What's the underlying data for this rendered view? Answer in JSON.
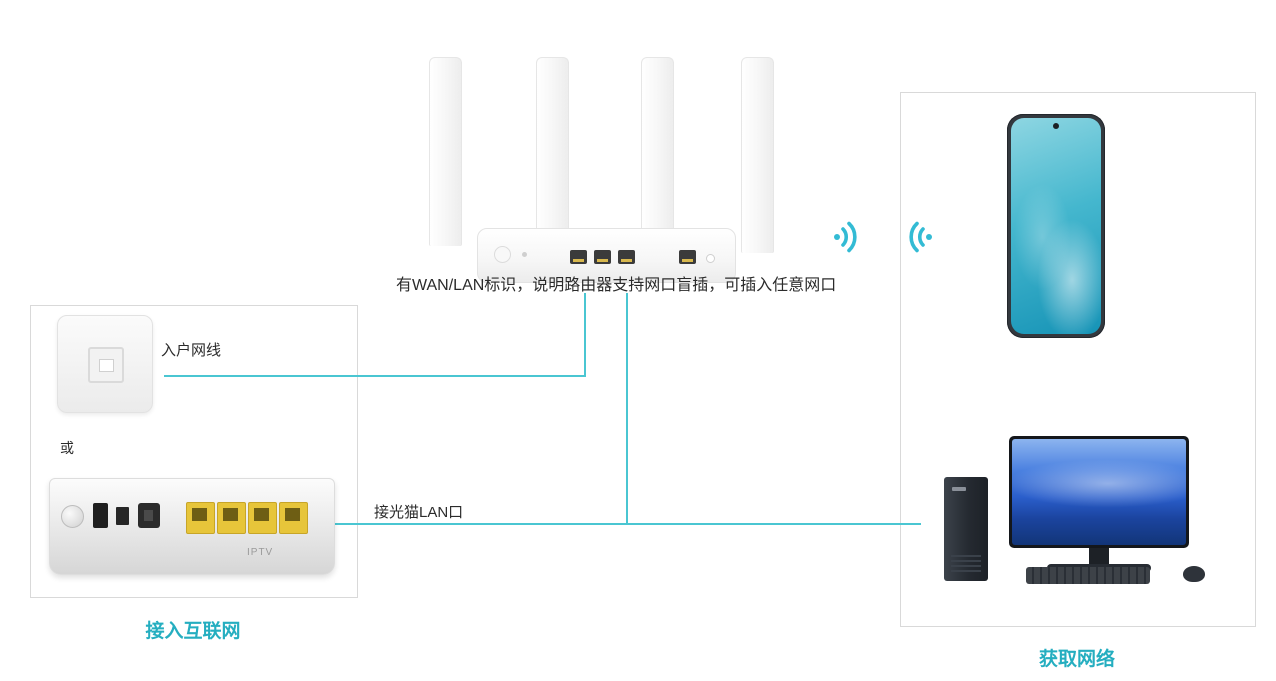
{
  "colors": {
    "accent_text": "#25AEC0",
    "cable_line": "#4AC6D2",
    "wifi_icon": "#33BBD4",
    "lan_port_yellow": "#E7C53A"
  },
  "router": {
    "note": "有WAN/LAN标识，说明路由器支持网口盲插，可插入任意网口"
  },
  "left_box": {
    "incoming_cable_label": "入户网线",
    "or_label": "或",
    "modem_lan_label": "接光猫LAN口",
    "iptv_label": "IPTV",
    "caption": "接入互联网"
  },
  "right_box": {
    "caption": "获取网络"
  },
  "icons": {
    "wifi_left": "wifi-signal-emitting-right-icon",
    "wifi_right": "wifi-signal-emitting-left-icon"
  }
}
